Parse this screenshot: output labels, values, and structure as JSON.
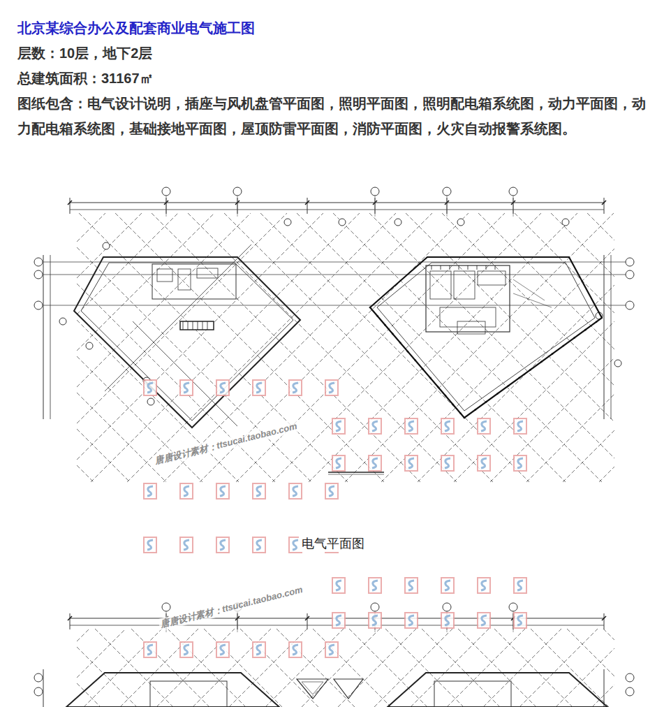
{
  "diagram": {
    "title": "北京某综合办公及配套商业电气施工图",
    "caption": "电气平面图",
    "labels": [
      "层数：10层，地下2层",
      "总建筑面积：31167㎡",
      "图纸包含：电气设计说明，插座与风机盘管平面图，照明平面图，照明配电箱系统图，动力平面图，动力配电箱系统图，基础接地平面图，屋顶防雷平面图，消防平面图，火灾自动报警系统图。",
      "唐唐设计素材：ttsucai.taobao.com",
      "唐唐设计素材：ttsucai.taobao.com"
    ]
  }
}
